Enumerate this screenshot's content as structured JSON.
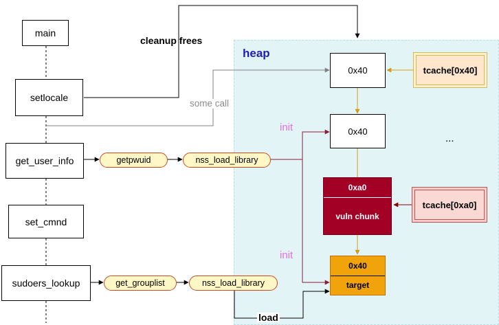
{
  "heap": {
    "title": "heap"
  },
  "functions": {
    "main": "main",
    "setlocale": "setlocale",
    "get_user_info": "get_user_info",
    "set_cmnd": "set_cmnd",
    "sudoers_lookup": "sudoers_lookup"
  },
  "calls": {
    "getpwuid": "getpwuid",
    "nss_load_library_1": "nss_load_library",
    "get_grouplist": "get_grouplist",
    "nss_load_library_2": "nss_load_library"
  },
  "chunks": {
    "chunk_a": "0x40",
    "chunk_b": "0x40",
    "vuln_size": "0xa0",
    "vuln_name": "vuln chunk",
    "target_size": "0x40",
    "target_name": "target"
  },
  "tcache": {
    "bin_0x40": "tcache[0x40]",
    "bin_0xa0": "tcache[0xa0]",
    "more": "..."
  },
  "edge_labels": {
    "cleanup_frees": "cleanup frees",
    "some_call": "some call",
    "init_1": "init",
    "init_2": "init",
    "load": "load"
  },
  "colors": {
    "heap_bg": "#e3f4f6",
    "vuln_chunk": "#a20025",
    "target_chunk": "#f0a30a",
    "tcache_0x40": "#ffe6cc",
    "tcache_0xa0": "#f8cecc",
    "init_label": "#e070e0",
    "heap_title": "#1f1fb4"
  }
}
